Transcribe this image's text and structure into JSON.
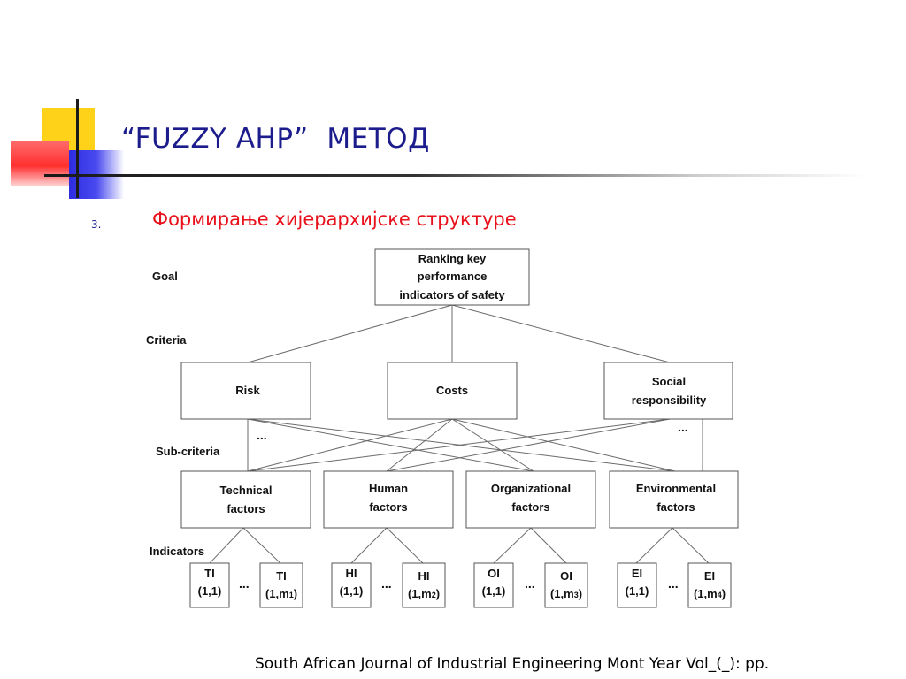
{
  "slide": {
    "title": "“FUZZY AHP”  МЕТОД",
    "bullet_number": "3.",
    "bullet_text": "Формирање хијерархијске структуре",
    "citation": "South African Journal of Industrial Engineering Mont Year Vol_(_): pp."
  },
  "colors": {
    "title": "#1c1c8c",
    "bullet": "#e8101b",
    "deco_yellow": "#ffd21a",
    "deco_blue": "#2d2de0",
    "deco_red": "#ff3030"
  },
  "diagram": {
    "level_labels": {
      "goal": "Goal",
      "criteria": "Criteria",
      "sub_criteria": "Sub-criteria",
      "indicators": "Indicators"
    },
    "goal": [
      "Ranking key",
      "performance",
      "indicators of safety"
    ],
    "criteria": {
      "risk": "Risk",
      "costs": "Costs",
      "social": [
        "Social",
        "responsibility"
      ]
    },
    "subcriteria": {
      "technical": [
        "Technical",
        "factors"
      ],
      "human": [
        "Human",
        "factors"
      ],
      "organizational": [
        "Organizational",
        "factors"
      ],
      "environmental": [
        "Environmental",
        "factors"
      ]
    },
    "ellipsis": "...",
    "indicators": {
      "ti_first": [
        "TI",
        "(1,1)"
      ],
      "ti_last": [
        "TI",
        "(1,m",
        "1",
        ")"
      ],
      "hi_first": [
        "HI",
        "(1,1)"
      ],
      "hi_last": [
        "HI",
        "(1,m",
        "2",
        ")"
      ],
      "oi_first": [
        "OI",
        "(1,1)"
      ],
      "oi_last": [
        "OI",
        "(1,m",
        "3",
        ")"
      ],
      "ei_first": [
        "EI",
        "(1,1)"
      ],
      "ei_last": [
        "EI",
        "(1,m",
        "4",
        ")"
      ]
    }
  }
}
